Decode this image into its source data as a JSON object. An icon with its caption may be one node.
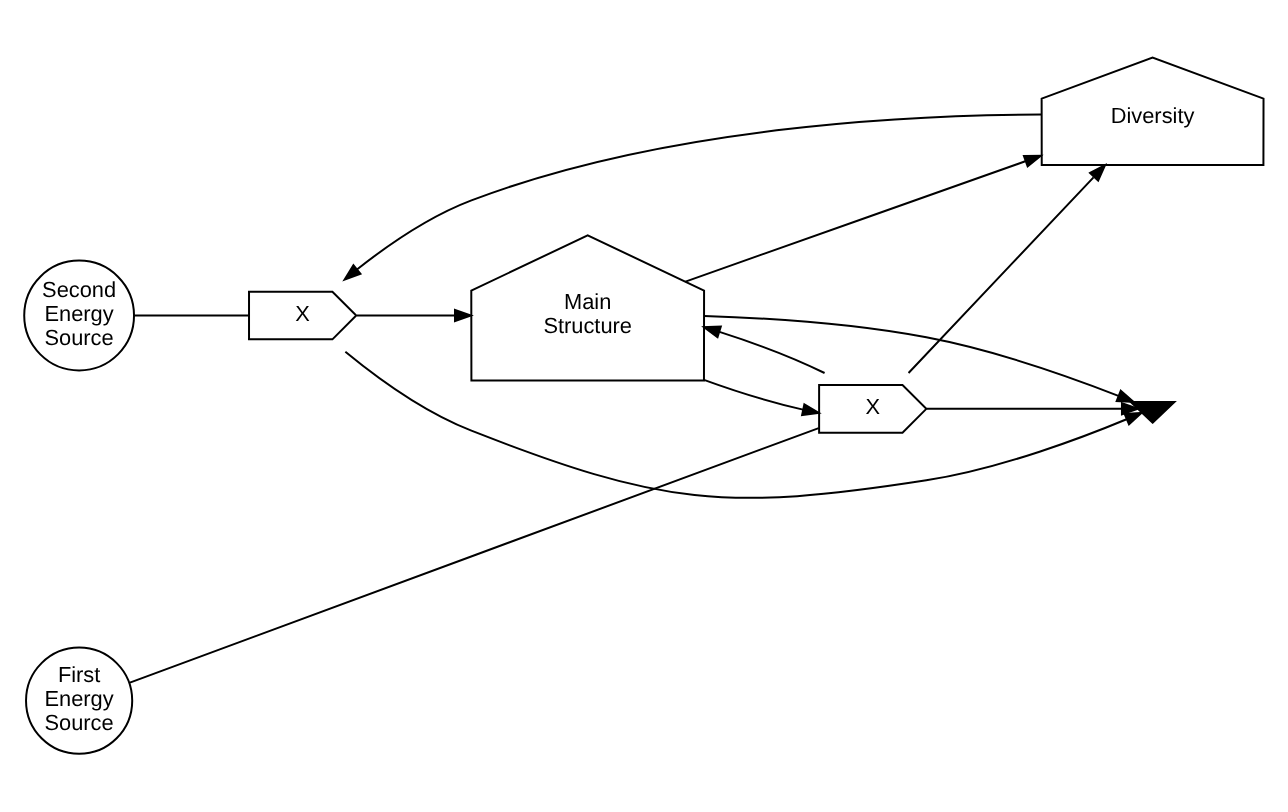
{
  "diagram": {
    "nodes": [
      {
        "text": [
          "Second Energy Source"
        ]
      },
      {
        "text": [
          "X"
        ]
      },
      {
        "text": [
          "Main Structure"
        ]
      },
      {
        "text": [
          "Diversity"
        ]
      },
      {
        "text": [
          "First Energy Source"
        ]
      },
      {
        "text": [
          "X"
        ]
      },
      {
        "text": [],
        "shape": "ground"
      }
    ],
    "edges": [
      {
        "from": 0,
        "to": 1,
        "arrow": "none"
      },
      {
        "from": 1,
        "to": 2,
        "arrow": "to"
      },
      {
        "from": 3,
        "to": 1,
        "arrow": "to"
      },
      {
        "from": 1,
        "to": 6,
        "arrow": "to"
      },
      {
        "from": 2,
        "to": 5,
        "arrow": "to"
      },
      {
        "from": 4,
        "to": 5,
        "arrow": "none"
      },
      {
        "from": 5,
        "to": 2,
        "arrow": "to"
      },
      {
        "from": 5,
        "to": 3,
        "arrow": "to"
      },
      {
        "from": 2,
        "to": 3,
        "arrow": "to"
      },
      {
        "from": 2,
        "to": 6,
        "arrow": "to"
      },
      {
        "from": 5,
        "to": 6,
        "arrow": "to"
      }
    ]
  }
}
